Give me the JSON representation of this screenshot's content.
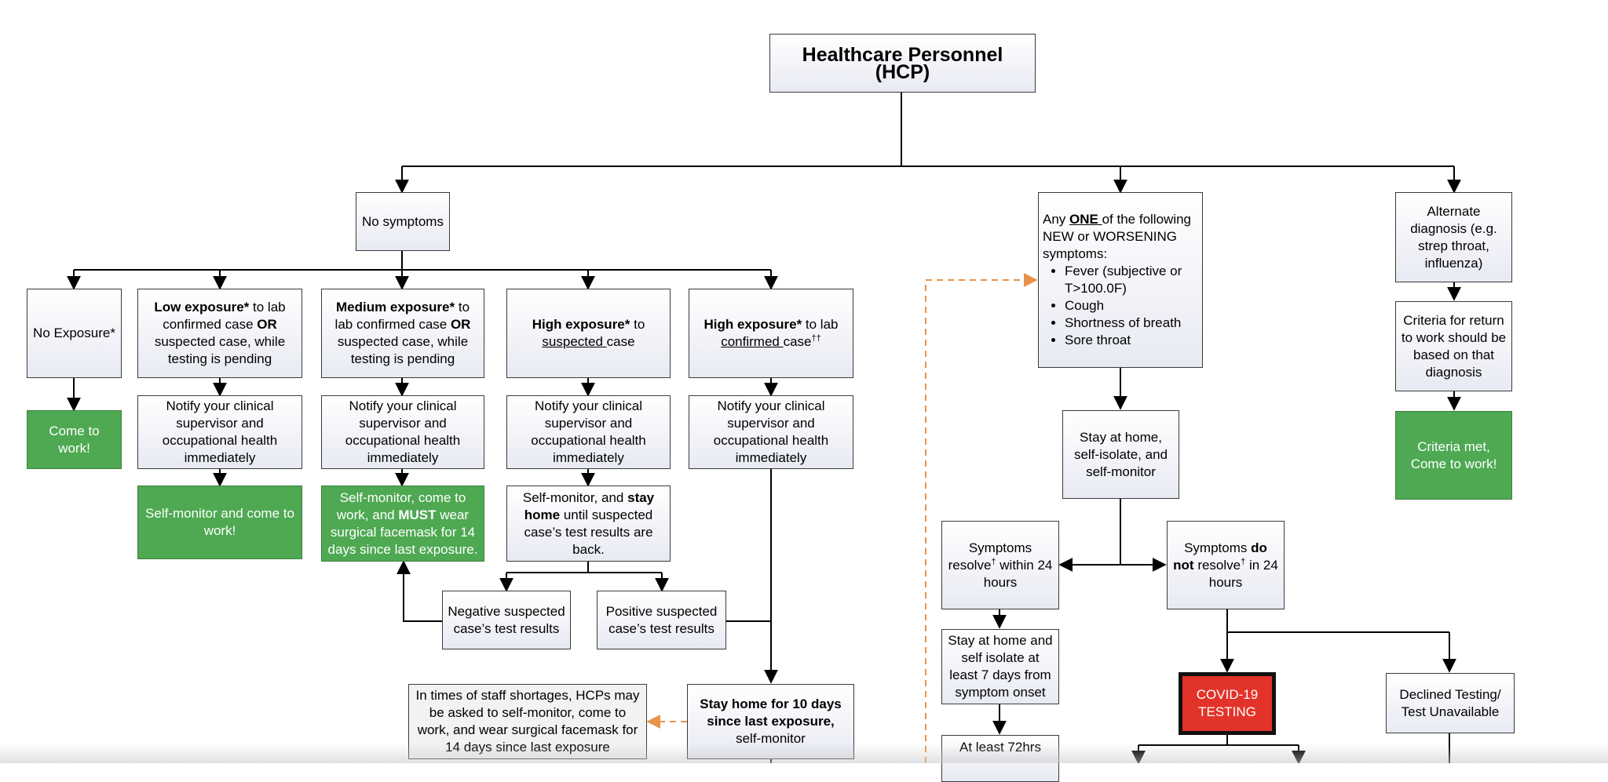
{
  "title": "Healthcare Personnel (HCP)",
  "no_symptoms": "No symptoms",
  "no_exposure": "No Exposure*",
  "come_to_work": "Come to work!",
  "low": {
    "bold": "Low exposure*",
    "t1": " to lab confirmed case ",
    "or": "OR",
    "t2": " suspected case, while testing is pending"
  },
  "medium": {
    "bold": "Medium exposure*",
    "t1": " to lab confirmed case ",
    "or": "OR",
    "t2": " suspected case, while testing is pending"
  },
  "high_suspected": {
    "bold": "High exposure*",
    "t1": " to ",
    "u": "suspected ",
    "t2": "case"
  },
  "high_confirmed": {
    "bold": "High exposure*",
    "t1": " to lab ",
    "u": "confirmed ",
    "t2": "case",
    "sup": "††"
  },
  "notify": "Notify your clinical supervisor and occupational health immediately",
  "self_monitor_low": "Self-monitor and come to work!",
  "medium_action": {
    "t1": "Self-monitor, come to work, and ",
    "must": "MUST",
    "t2": " wear surgical facemask for 14 days since last exposure."
  },
  "stay_pending": {
    "t1": "Self-monitor, and ",
    "bold": "stay home",
    "t2": " until suspected case’s test results are back."
  },
  "negative_results": "Negative suspected case’s test results",
  "positive_results": "Positive suspected case’s test results",
  "staff_shortage": "In times of staff shortages, HCPs may be asked to self-monitor, come to work, and wear surgical facemask for 14 days since last exposure",
  "stay_home_10": {
    "bold": "Stay home for 10 days since last exposure,",
    "t2": " self-monitor"
  },
  "symptoms": {
    "t1": "Any ",
    "one": "ONE ",
    "t2": "of the following NEW or WORSENING symptoms:",
    "items": [
      "Fever (subjective or T>100.0F)",
      "Cough",
      "Shortness of breath",
      "Sore throat"
    ]
  },
  "stay_isolate": "Stay at home, self-isolate, and self-monitor",
  "resolve": {
    "t1": "Symptoms resolve",
    "sup": "†",
    "t2": " within 24 hours"
  },
  "not_resolve": {
    "t1": "Symptoms ",
    "bold": "do not",
    "t2": " resolve",
    "sup": "†",
    "t3": " in 24 hours"
  },
  "stay_7days": "Stay at home and self isolate at least 7 days from symptom onset",
  "at_least_72": "At least 72hrs",
  "covid_testing": "COVID-19 TESTING",
  "declined_testing": "Declined Testing/ Test Unavailable",
  "alternate_diagnosis": "Alternate diagnosis (e.g. strep throat, influenza)",
  "criteria_return": "Criteria for return to work should be based on that diagnosis",
  "criteria_met": "Criteria met, Come to work!",
  "colors": {
    "green": "#4ea952",
    "red": "#e2332a",
    "dashed_orange": "#e8934a",
    "border": "#3a3a3a"
  }
}
